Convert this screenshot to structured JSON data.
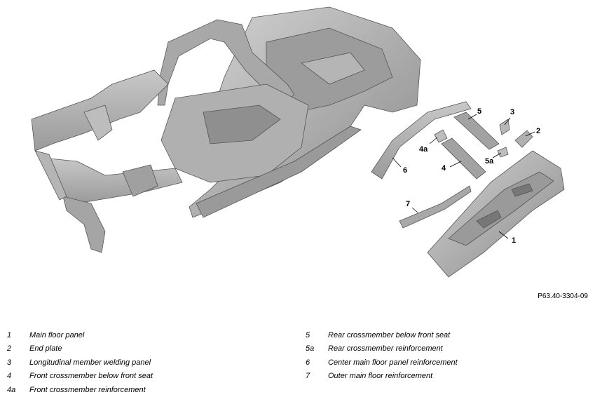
{
  "reference_code": "P63.40-3304-09",
  "callouts": [
    {
      "id": "1"
    },
    {
      "id": "2"
    },
    {
      "id": "3"
    },
    {
      "id": "4"
    },
    {
      "id": "4a"
    },
    {
      "id": "5"
    },
    {
      "id": "5a"
    },
    {
      "id": "6"
    },
    {
      "id": "7"
    }
  ],
  "legend_left": [
    {
      "num": "1",
      "text": "Main floor panel"
    },
    {
      "num": "2",
      "text": "End plate"
    },
    {
      "num": "3",
      "text": "Longitudinal member welding panel"
    },
    {
      "num": "4",
      "text": "Front crossmember below front seat"
    },
    {
      "num": "4a",
      "text": "Front crossmember reinforcement"
    }
  ],
  "legend_right": [
    {
      "num": "5",
      "text": "Rear crossmember below front seat"
    },
    {
      "num": "5a",
      "text": "Rear crossmember reinforcement"
    },
    {
      "num": "6",
      "text": "Center main floor panel reinforcement"
    },
    {
      "num": "7",
      "text": "Outer main floor reinforcement"
    }
  ]
}
